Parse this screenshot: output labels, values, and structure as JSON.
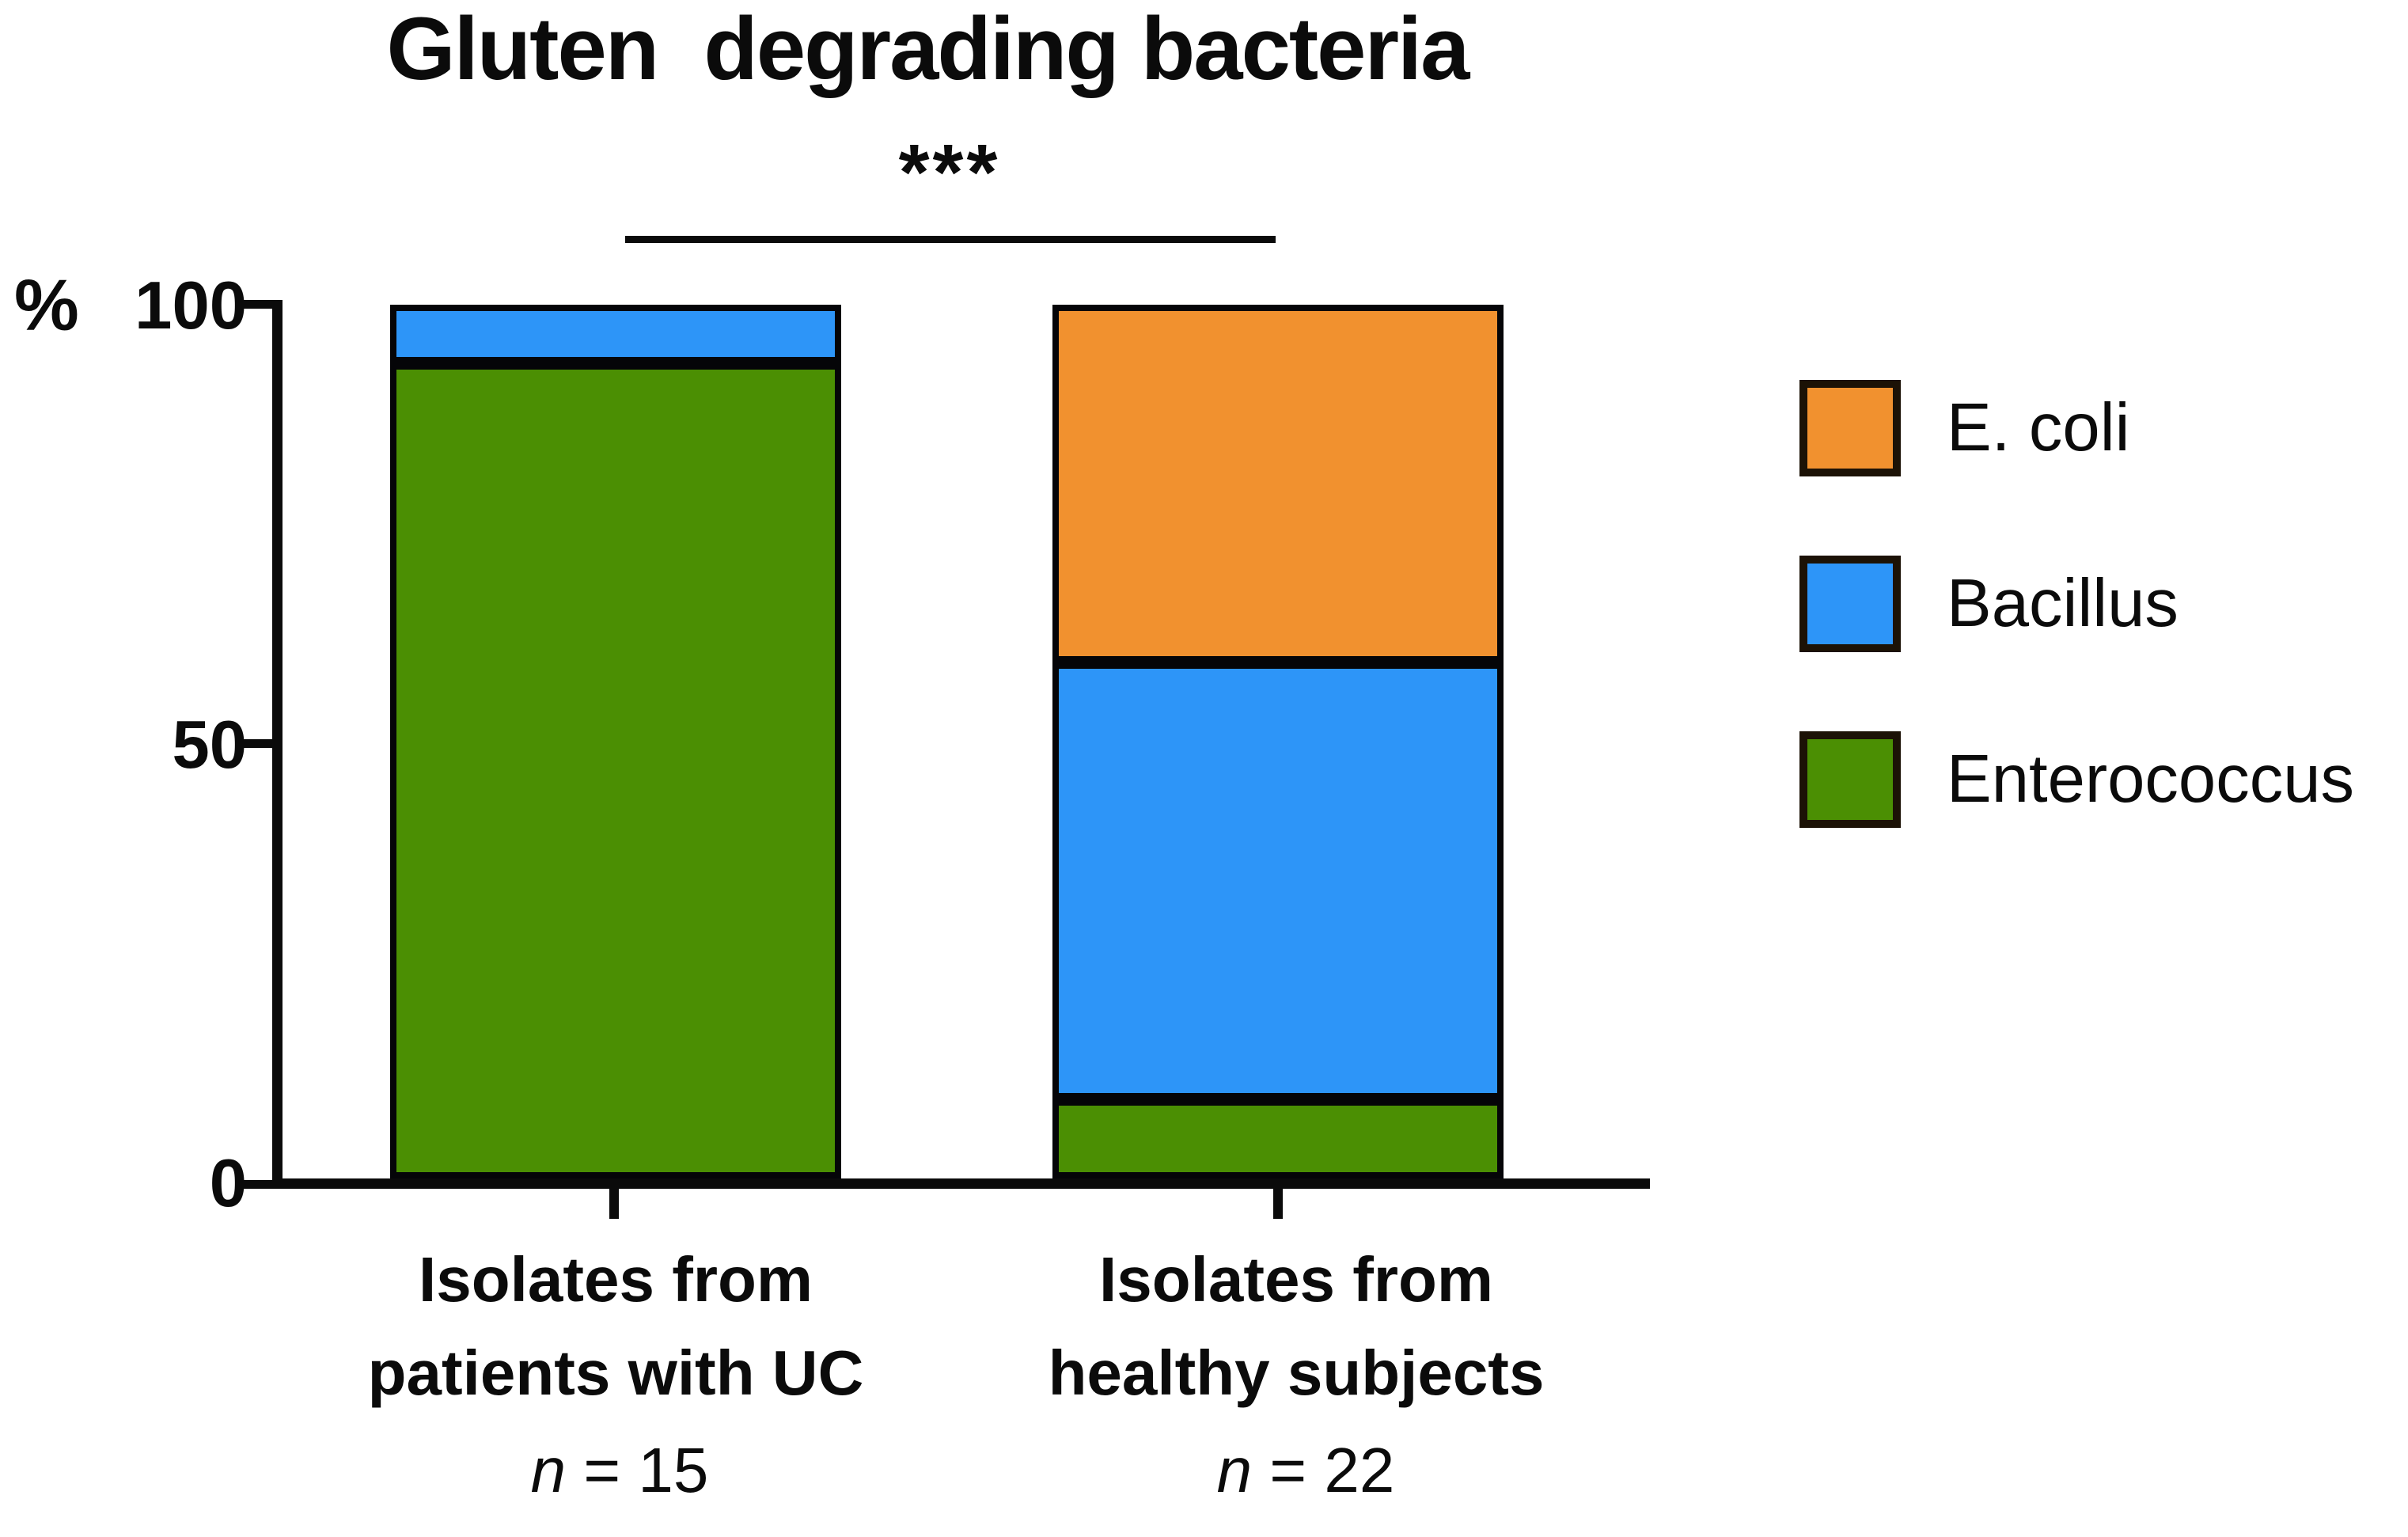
{
  "figure": {
    "title": "Gluten  degrading bacteria",
    "significance_label": "***",
    "y_axis_symbol": "%"
  },
  "axis": {
    "tick_100": "100",
    "tick_50": "50",
    "tick_0": "0"
  },
  "legend": {
    "items": [
      {
        "name": "E. coli",
        "color": "#F1912F"
      },
      {
        "name": "Bacillus",
        "color": "#2D95F8"
      },
      {
        "name": "Enterococcus",
        "color": "#4B8F03"
      }
    ]
  },
  "categories": [
    {
      "line1": "Isolates from",
      "line2": "patients with UC",
      "n_italic": "n",
      "n_rest": " = 15"
    },
    {
      "line1": "Isolates from",
      "line2": "healthy subjects",
      "n_italic": "n",
      "n_rest": " = 22"
    }
  ],
  "chart_data": {
    "type": "bar",
    "subtype": "stacked-percentage",
    "title": "Gluten  degrading bacteria",
    "ylabel": "%",
    "ylim": [
      0,
      100
    ],
    "yticks": [
      0,
      50,
      100
    ],
    "grid": false,
    "legend_position": "right",
    "categories": [
      "Isolates from patients with UC",
      "Isolates from healthy subjects"
    ],
    "sample_sizes": [
      15,
      22
    ],
    "series": [
      {
        "name": "E. coli",
        "color": "#F1912F",
        "values": [
          0,
          40.9
        ]
      },
      {
        "name": "Bacillus",
        "color": "#2D95F8",
        "values": [
          6.7,
          50.0
        ]
      },
      {
        "name": "Enterococcus",
        "color": "#4B8F03",
        "values": [
          93.3,
          9.1
        ]
      }
    ],
    "annotations": [
      {
        "text": "***",
        "between_categories": [
          0,
          1
        ]
      }
    ]
  }
}
